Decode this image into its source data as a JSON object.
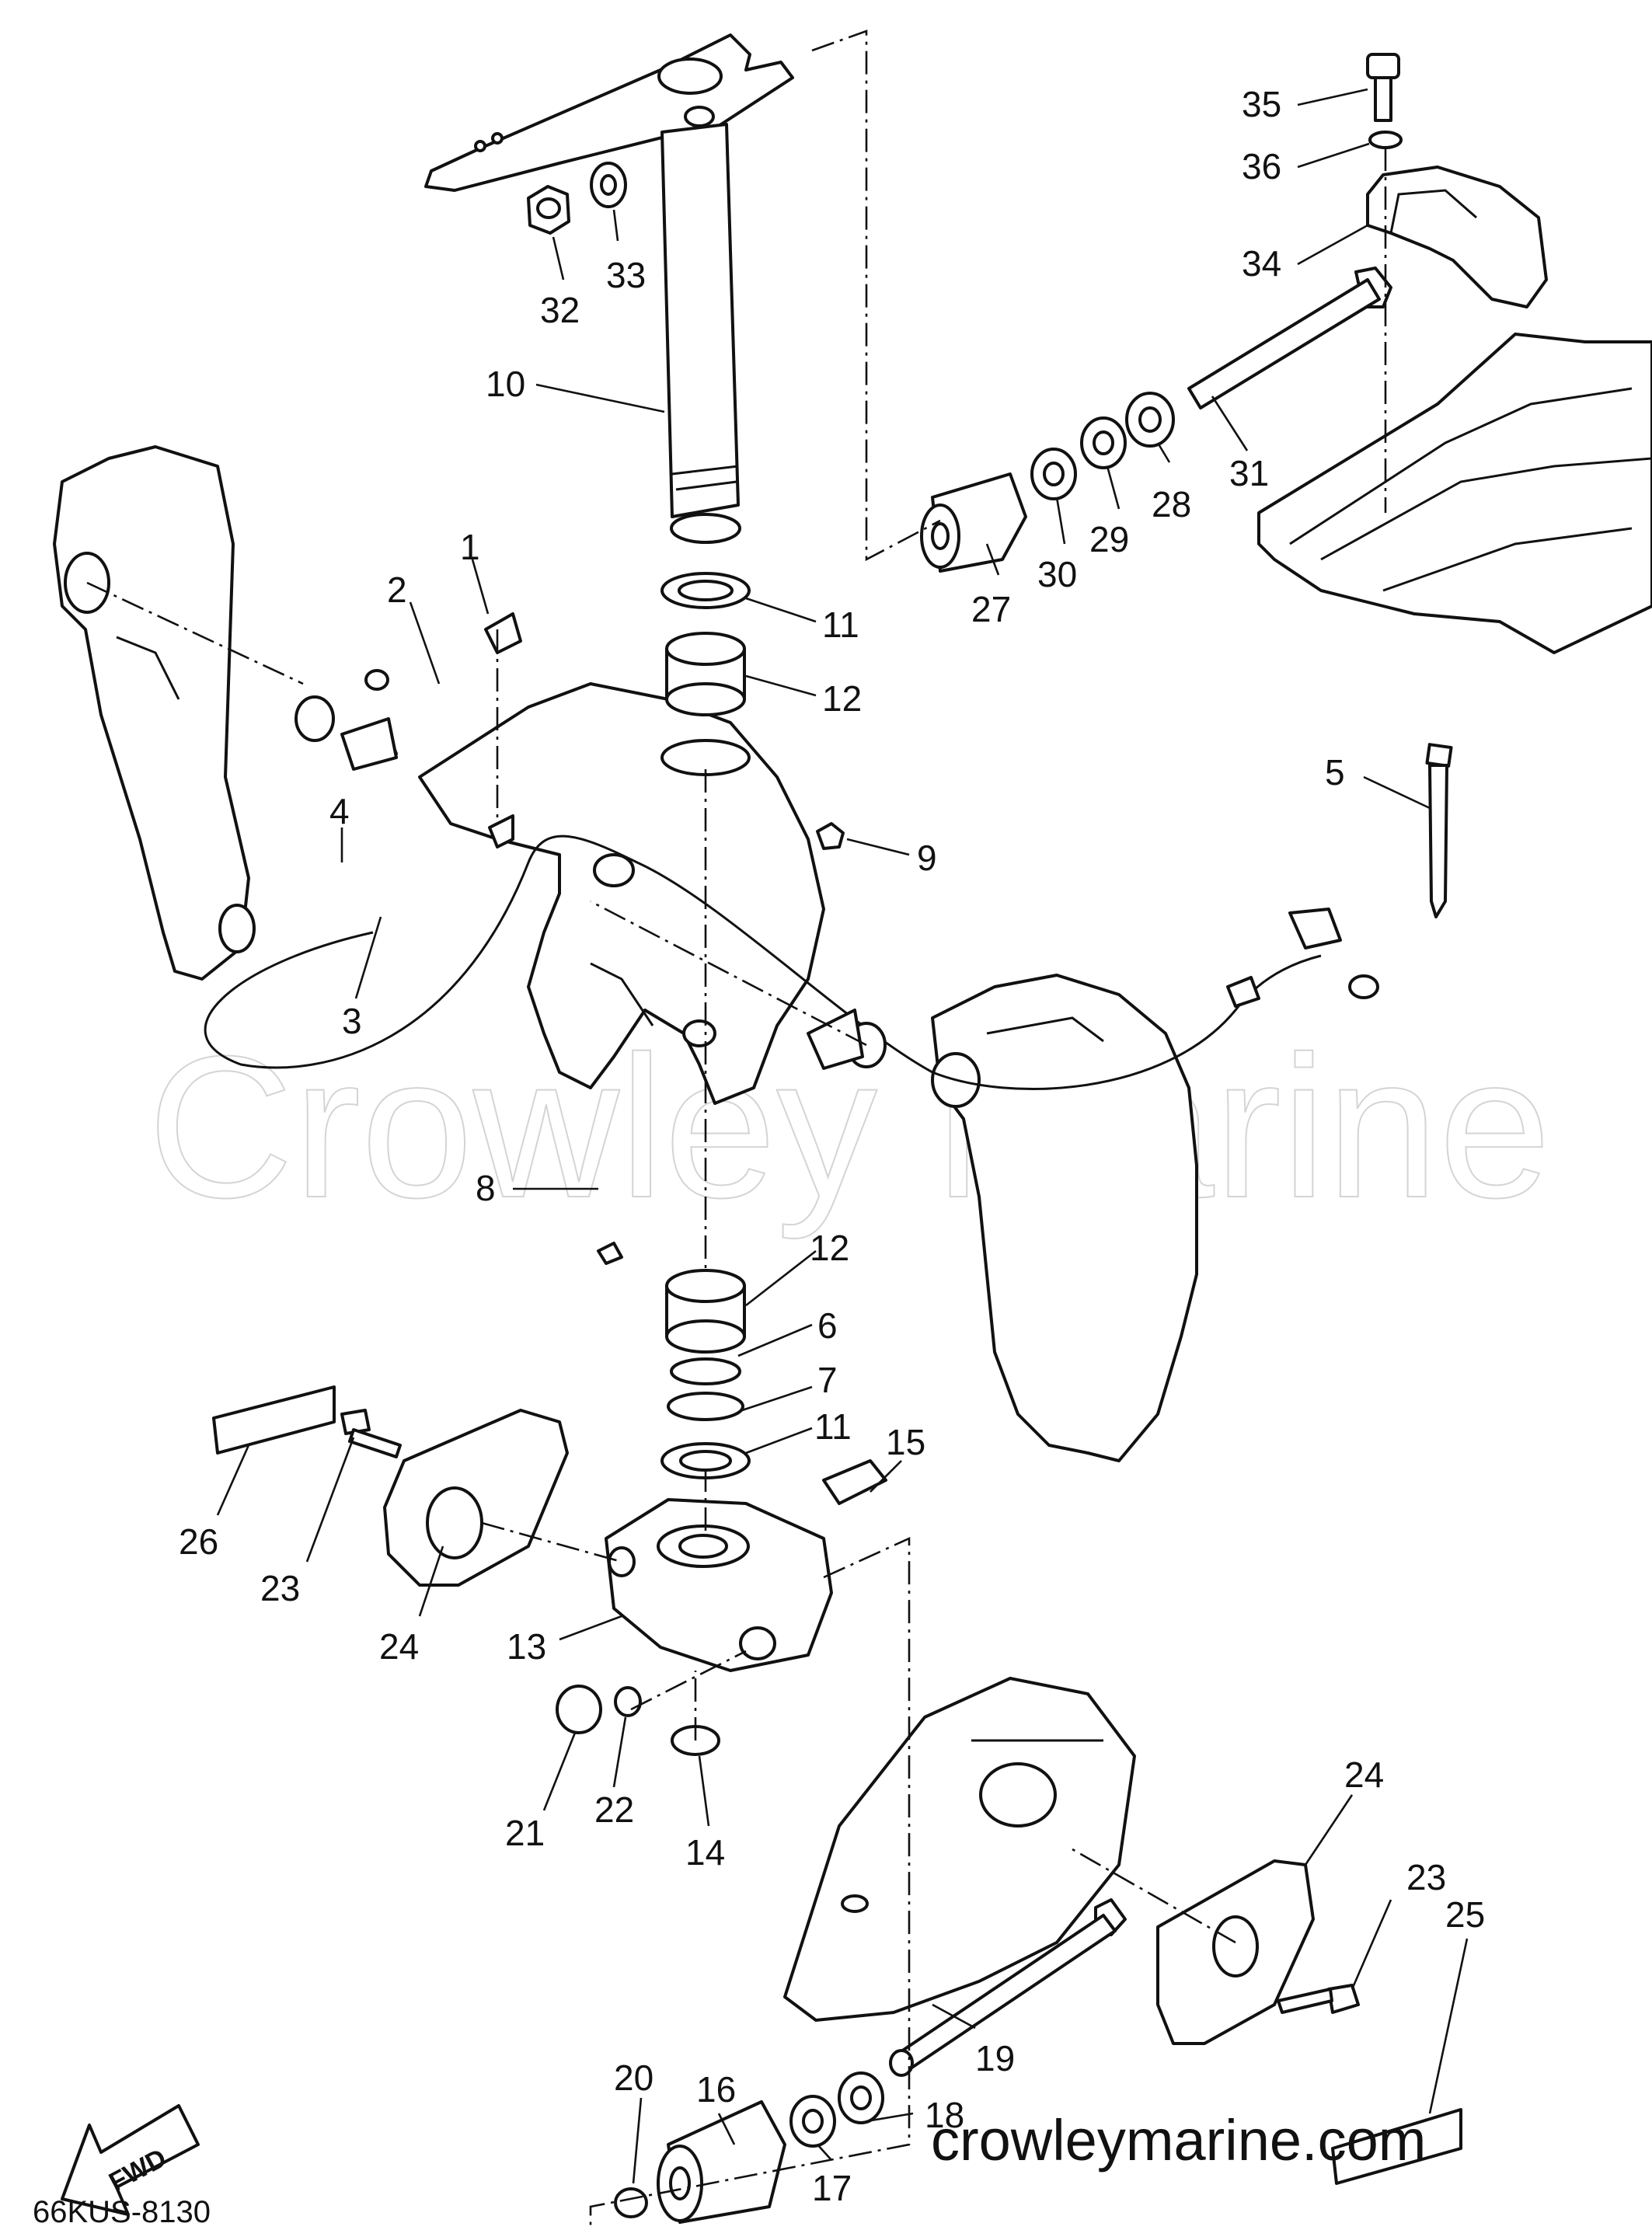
{
  "diagram": {
    "watermark": "Crowley Marine",
    "website": "crowleymarine.com",
    "drawing_code": "66KUS-8130",
    "direction_label": "FWD",
    "callouts": [
      {
        "label": "1"
      },
      {
        "label": "2"
      },
      {
        "label": "3"
      },
      {
        "label": "4"
      },
      {
        "label": "5"
      },
      {
        "label": "6"
      },
      {
        "label": "7"
      },
      {
        "label": "8"
      },
      {
        "label": "9"
      },
      {
        "label": "10"
      },
      {
        "label": "11"
      },
      {
        "label": "12"
      },
      {
        "label": "12"
      },
      {
        "label": "11"
      },
      {
        "label": "13"
      },
      {
        "label": "14"
      },
      {
        "label": "15"
      },
      {
        "label": "16"
      },
      {
        "label": "17"
      },
      {
        "label": "18"
      },
      {
        "label": "19"
      },
      {
        "label": "20"
      },
      {
        "label": "21"
      },
      {
        "label": "22"
      },
      {
        "label": "23"
      },
      {
        "label": "23"
      },
      {
        "label": "24"
      },
      {
        "label": "24"
      },
      {
        "label": "25"
      },
      {
        "label": "26"
      },
      {
        "label": "27"
      },
      {
        "label": "28"
      },
      {
        "label": "29"
      },
      {
        "label": "30"
      },
      {
        "label": "31"
      },
      {
        "label": "32"
      },
      {
        "label": "33"
      },
      {
        "label": "34"
      },
      {
        "label": "35"
      },
      {
        "label": "36"
      }
    ]
  }
}
